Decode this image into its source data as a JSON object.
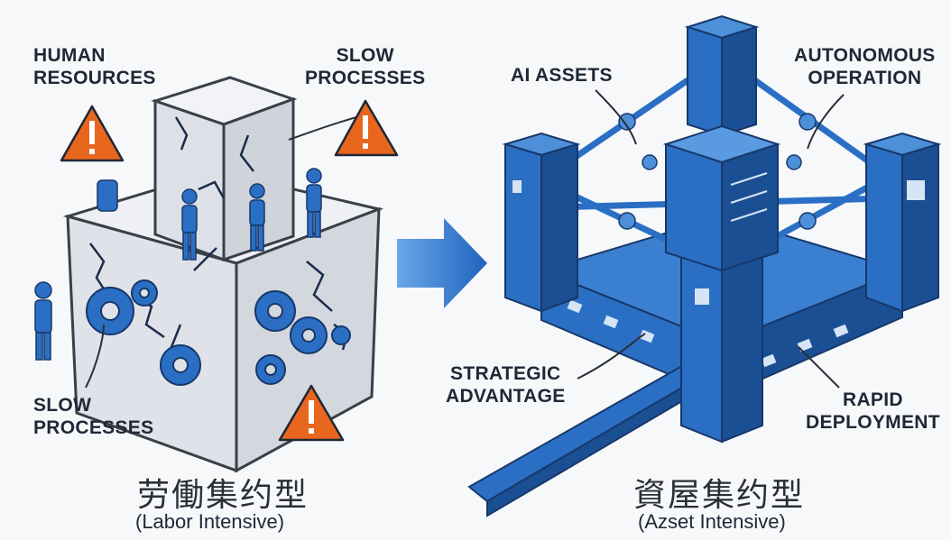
{
  "left_panel": {
    "labels": {
      "human_resources": [
        "HUMAN",
        "RESOURCES"
      ],
      "slow_processes_top": [
        "SLOW",
        "PROCESSES"
      ],
      "slow_processes_bottom": [
        "SLOW",
        "PROCESSES"
      ]
    },
    "caption_cn": "劳働集约型",
    "caption_en": "(Labor Intensive)"
  },
  "right_panel": {
    "labels": {
      "ai_assets": "AI ASSETS",
      "autonomous_operation": [
        "AUTONOMOUS",
        "OPERATION"
      ],
      "strategic_advantage": [
        "STRATEGIC",
        "ADVANTAGE"
      ],
      "rapid_deployment": [
        "RAPID",
        "DEPLOYMENT"
      ]
    },
    "caption_cn": "資屋集约型",
    "caption_en": "(Azset Intensive)"
  },
  "colors": {
    "warning_orange": "#e8661e",
    "blue_primary": "#2a6fc4",
    "blue_dark": "#1b4f93",
    "blue_light": "#4d8fd9",
    "cube_grey": "#e3e6ec",
    "ink": "#1e2836"
  },
  "icons": [
    "warning-icon",
    "gear-icon",
    "worker-figure-icon",
    "arrow-right-icon"
  ]
}
